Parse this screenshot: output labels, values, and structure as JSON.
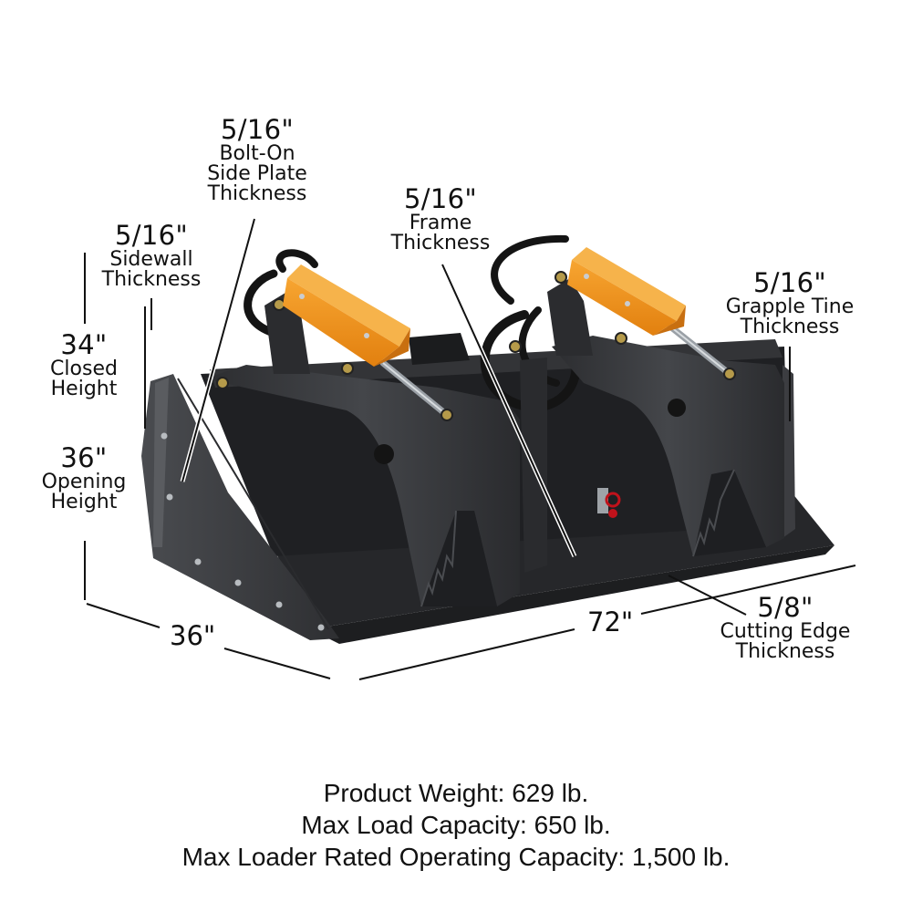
{
  "callouts": {
    "bolt_on_side_plate": {
      "value": "5/16\"",
      "desc_lines": [
        "Bolt-On",
        "Side Plate",
        "Thickness"
      ]
    },
    "sidewall": {
      "value": "5/16\"",
      "desc_lines": [
        "Sidewall",
        "Thickness"
      ]
    },
    "frame": {
      "value": "5/16\"",
      "desc_lines": [
        "Frame",
        "Thickness"
      ]
    },
    "grapple_tine": {
      "value": "5/16\"",
      "desc_lines": [
        "Grapple Tine",
        "Thickness"
      ]
    },
    "closed_height": {
      "value": "34\"",
      "desc_lines": [
        "Closed",
        "Height"
      ]
    },
    "opening_height": {
      "value": "36\"",
      "desc_lines": [
        "Opening",
        "Height"
      ]
    },
    "cutting_edge": {
      "value": "5/8\"",
      "desc_lines": [
        "Cutting Edge",
        "Thickness"
      ]
    }
  },
  "dimensions": {
    "depth": "36\"",
    "width": "72\""
  },
  "specs": [
    "Product Weight: 629 lb.",
    "Max Load Capacity: 650 lb.",
    "Max Loader Rated Operating Capacity: 1,500 lb."
  ],
  "colors": {
    "steel": "#3a3b3e",
    "steel_dark": "#222326",
    "steel_light": "#55575b",
    "cylinder_guard": "#f0921e",
    "text": "#111111",
    "background": "#ffffff"
  }
}
